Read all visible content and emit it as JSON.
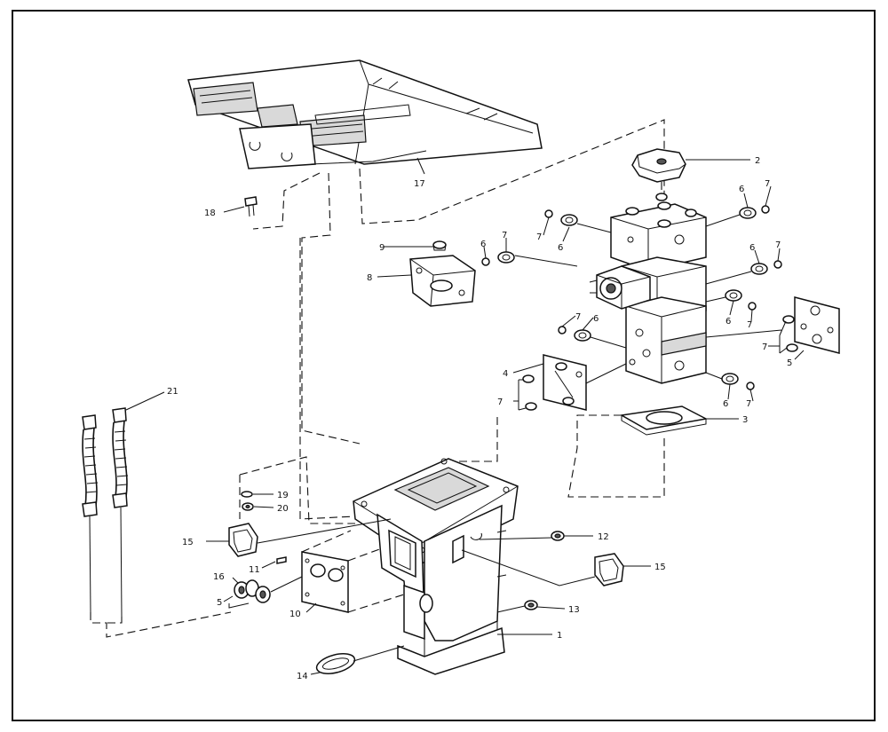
{
  "callouts": {
    "c1": "1",
    "c2": "2",
    "c3": "3",
    "c4": "4",
    "c5_left": "5",
    "c5_right": "5",
    "c6_top_right": "6",
    "c6_top_left": "6",
    "c6_mid_top": "6",
    "c6_mid_left": "6",
    "c6_right_mid": "6",
    "c6_lower_left": "6",
    "c6_lower_right": "6",
    "c7_top_right": "7",
    "c7_top_left": "7",
    "c7_mid_top": "7",
    "c7_right_mid": "7",
    "c7_right_low": "7",
    "c7_lower_left": "7",
    "c7_plate_left": "7",
    "c7_plate_right": "7",
    "c7_lower_right": "7",
    "c8": "8",
    "c9": "9",
    "c10": "10",
    "c11": "11",
    "c12": "12",
    "c13": "13",
    "c14": "14",
    "c15_left": "15",
    "c15_right": "15",
    "c16": "16",
    "c17": "17",
    "c18": "18",
    "c19": "19",
    "c20": "20",
    "c21": "21"
  }
}
